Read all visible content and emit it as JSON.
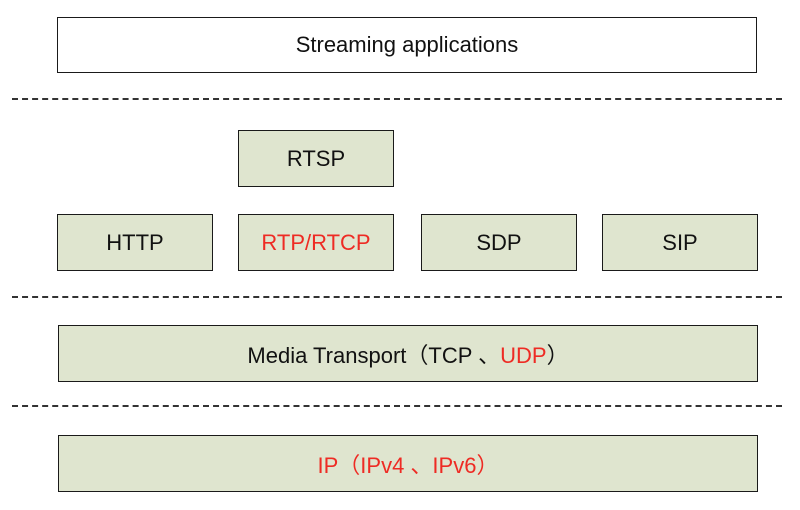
{
  "layers": {
    "applications": {
      "label": "Streaming applications"
    },
    "session": {
      "rtsp": "RTSP",
      "http": "HTTP",
      "rtp_rtcp": "RTP/RTCP",
      "sdp": "SDP",
      "sip": "SIP"
    },
    "transport": {
      "prefix": "Media Transport（TCP 、",
      "udp": "UDP",
      "suffix": "）"
    },
    "network": {
      "label": "IP（IPv4 、IPv6）"
    }
  },
  "colors": {
    "box_fill": "#dfe5cf",
    "highlight": "#ee2b24",
    "border": "#1a1a1a"
  }
}
